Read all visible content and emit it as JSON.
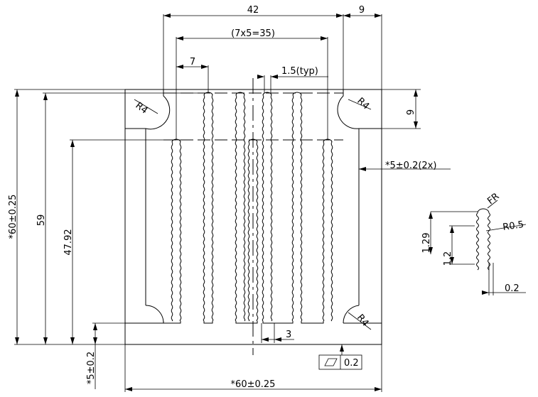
{
  "dimensions": {
    "top_width": "42",
    "top_right_width": "9",
    "fin_pitch_total": "(7x5=35)",
    "fin_pitch": "7",
    "fin_thickness": "1.5(typ)",
    "corner_radius_top_left": "R4",
    "corner_radius_top_right": "R4",
    "corner_radius_bottom_right": "R4",
    "notch_depth_right": "9",
    "slot_tolerance": "*5±0.2(2x)",
    "overall_height": "*60±0.25",
    "height_59": "59",
    "height_47_92": "47.92",
    "base_thickness": "*5±0.2",
    "gap_3": "3",
    "overall_width": "*60±0.25",
    "flatness_value": "0.2"
  },
  "detail": {
    "radius_tip": "FR",
    "radius_serration": "R0.5",
    "pitch_1": "1.29",
    "pitch_2": "1.2",
    "depth": "0.2"
  }
}
